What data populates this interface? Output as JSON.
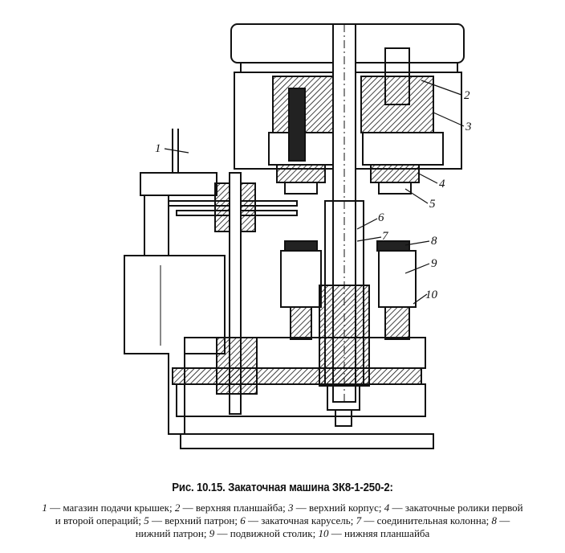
{
  "figure": {
    "title": "Рис. 10.15. Закаточная машина ЗК8-1-250-2:",
    "callouts": [
      "1",
      "2",
      "3",
      "4",
      "5",
      "6",
      "7",
      "8",
      "9",
      "10"
    ],
    "legend": [
      {
        "num": "1",
        "text": "магазин подачи крышек; "
      },
      {
        "num": "2",
        "text": "верхняя планшайба; "
      },
      {
        "num": "3",
        "text": "верхний корпус; "
      },
      {
        "num": "4",
        "text": "закаточные ролики первой и второй операций; "
      },
      {
        "num": "5",
        "text": "верхний патрон; "
      },
      {
        "num": "6",
        "text": "закаточная карусель; "
      },
      {
        "num": "7",
        "text": "соединительная колонна; "
      },
      {
        "num": "8",
        "text": "нижний патрон; "
      },
      {
        "num": "9",
        "text": "подвижной столик; "
      },
      {
        "num": "10",
        "text": "нижняя планшайба"
      }
    ],
    "dash": " — "
  }
}
